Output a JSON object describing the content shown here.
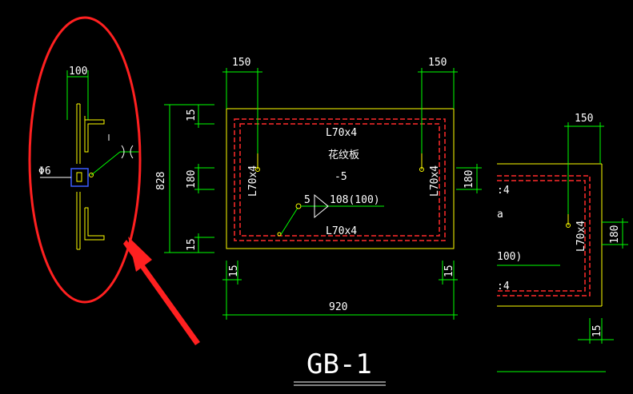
{
  "drawing": {
    "title": "GB-1",
    "colors": {
      "background": "#000000",
      "dimension": "#00ff00",
      "outline": "#ffff00",
      "rebar": "#ff2a2a",
      "text": "#ffffff",
      "callout": "#ff2020"
    },
    "detail": {
      "dim_top": "100",
      "bar_label": "Φ6"
    },
    "plan": {
      "dim_left_150": "150",
      "dim_right_150": "150",
      "dim_15_top": "15",
      "dim_180": "180",
      "dim_828": "828",
      "dim_15_bottom": "15",
      "dim_15_left_bottom": "15",
      "dim_15_right_bottom": "15",
      "dim_920": "920",
      "angle_top": "L70x4",
      "plate_name": "花纹板",
      "plate_thick": "-5",
      "angle_left": "L70x4",
      "angle_right": "L70x4",
      "dim_180_right": "180",
      "weld_size": "5",
      "weld_length": "108(100)",
      "angle_bottom": "L70x4"
    },
    "partial": {
      "dim_150": "150",
      "angle_vert": "L70x4",
      "dim_180": "180",
      "text_a": ":4",
      "text_b": "100)",
      "text_c": ":4",
      "text_d": "a",
      "dim_15": "15"
    }
  }
}
